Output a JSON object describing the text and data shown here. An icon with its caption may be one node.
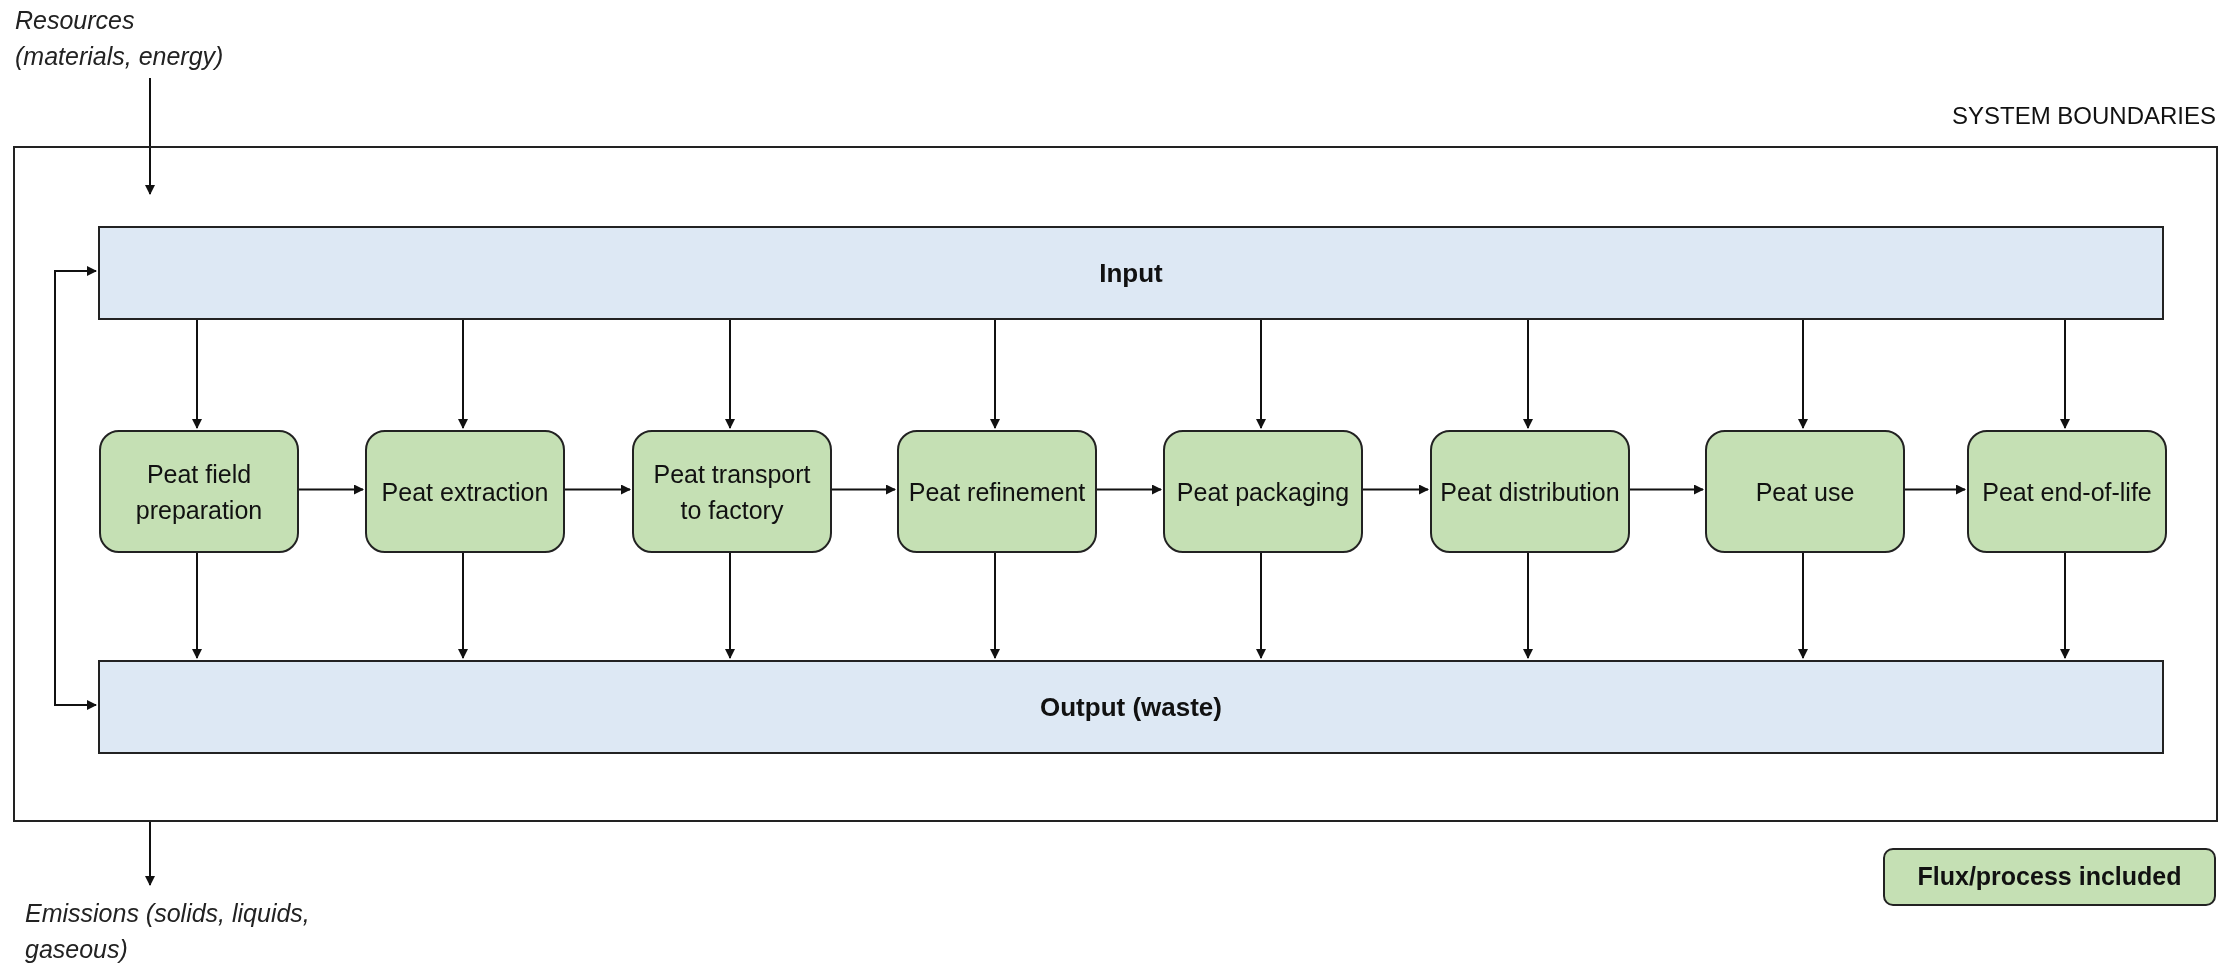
{
  "diagram": {
    "nodes": [
      {
        "text": [
          "SYSTEM BOUNDARIES"
        ]
      },
      {
        "text": [
          "Input"
        ],
        "in": 0
      },
      {
        "text": [
          "Peat field preparation"
        ],
        "in": 0
      },
      {
        "text": [
          "Peat extraction"
        ],
        "in": 0
      },
      {
        "text": [
          "Peat transport to factory"
        ],
        "in": 0
      },
      {
        "text": [
          "Peat refinement"
        ],
        "in": 0
      },
      {
        "text": [
          "Peat packaging"
        ],
        "in": 0
      },
      {
        "text": [
          "Peat distribution"
        ],
        "in": 0
      },
      {
        "text": [
          "Peat use"
        ],
        "in": 0
      },
      {
        "text": [
          "Peat end-of-life"
        ],
        "in": 0
      },
      {
        "text": [
          "Output (waste)"
        ],
        "in": 0
      },
      {
        "text": [
          "Resources (materials, energy)"
        ]
      },
      {
        "text": [
          "Emissions (solids, liquids, gaseous)"
        ]
      }
    ],
    "edges": [
      {
        "from": 11,
        "to": 0,
        "arrow": "to"
      },
      {
        "from": 0,
        "to": 12,
        "arrow": "to"
      },
      {
        "from": 1,
        "to": 10,
        "arrow": "both"
      },
      {
        "from": 1,
        "to": 2,
        "arrow": "to"
      },
      {
        "from": 1,
        "to": 3,
        "arrow": "to"
      },
      {
        "from": 1,
        "to": 4,
        "arrow": "to"
      },
      {
        "from": 1,
        "to": 5,
        "arrow": "to"
      },
      {
        "from": 1,
        "to": 6,
        "arrow": "to"
      },
      {
        "from": 1,
        "to": 7,
        "arrow": "to"
      },
      {
        "from": 1,
        "to": 8,
        "arrow": "to"
      },
      {
        "from": 1,
        "to": 9,
        "arrow": "to"
      },
      {
        "from": 2,
        "to": 3,
        "arrow": "to"
      },
      {
        "from": 3,
        "to": 4,
        "arrow": "to"
      },
      {
        "from": 4,
        "to": 5,
        "arrow": "to"
      },
      {
        "from": 5,
        "to": 6,
        "arrow": "to"
      },
      {
        "from": 6,
        "to": 7,
        "arrow": "to"
      },
      {
        "from": 7,
        "to": 8,
        "arrow": "to"
      },
      {
        "from": 8,
        "to": 9,
        "arrow": "to"
      },
      {
        "from": 2,
        "to": 10,
        "arrow": "to"
      },
      {
        "from": 3,
        "to": 10,
        "arrow": "to"
      },
      {
        "from": 4,
        "to": 10,
        "arrow": "to"
      },
      {
        "from": 5,
        "to": 10,
        "arrow": "to"
      },
      {
        "from": 6,
        "to": 10,
        "arrow": "to"
      },
      {
        "from": 7,
        "to": 10,
        "arrow": "to"
      },
      {
        "from": 8,
        "to": 10,
        "arrow": "to"
      },
      {
        "from": 9,
        "to": 10,
        "arrow": "to"
      }
    ],
    "legend": [
      {
        "text": "Flux/process included",
        "color": "#c5e0b4"
      }
    ]
  }
}
